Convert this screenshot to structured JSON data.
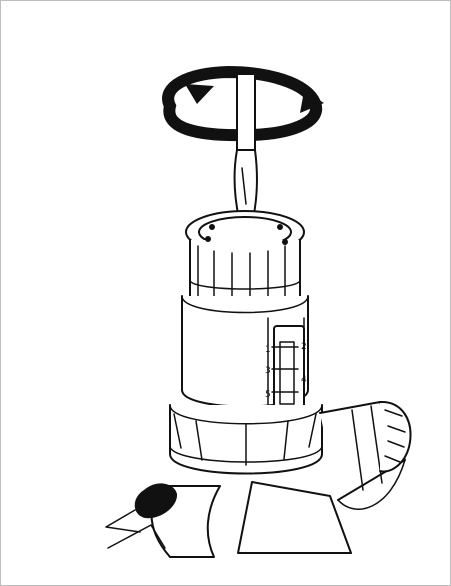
{
  "top_caption": "",
  "scale_marks": [
    "1",
    "2",
    "3",
    "4",
    "5"
  ],
  "colors": {
    "ink": "#111111",
    "background": "#ffffff",
    "frame": "#bdbdbd",
    "arrow": "#111111"
  },
  "icons": {
    "rotation": "rotate-clockwise-arrow-icon",
    "tool": "flat-screwdriver-icon"
  }
}
